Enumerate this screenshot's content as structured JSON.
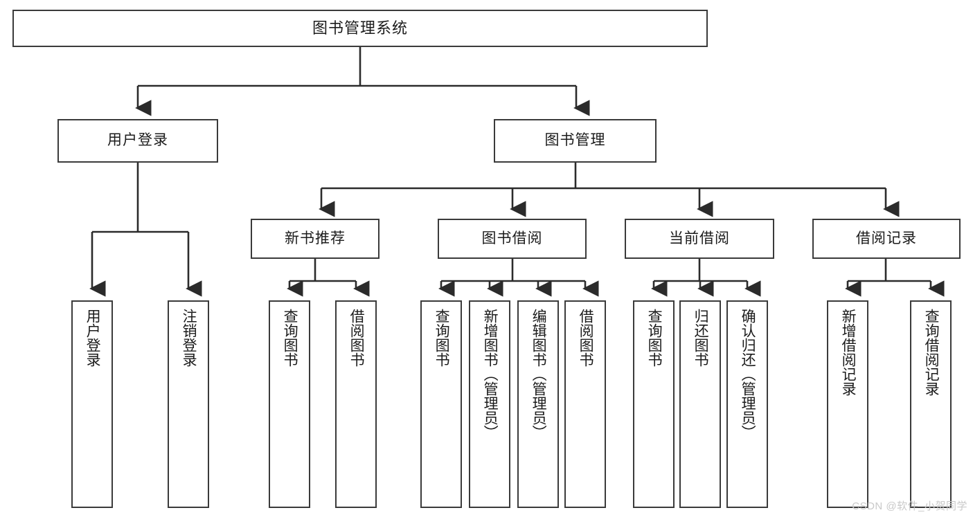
{
  "diagram": {
    "title": "图书管理系统",
    "type": "functional-decomposition-tree",
    "watermark": "CSDN @软件_小贺同学",
    "level1": {
      "label": "图书管理系统"
    },
    "level2": [
      {
        "id": "user-login",
        "label": "用户登录"
      },
      {
        "id": "book-management",
        "label": "图书管理"
      }
    ],
    "level3": [
      {
        "id": "new-book-recommend",
        "label": "新书推荐"
      },
      {
        "id": "book-borrow",
        "label": "图书借阅"
      },
      {
        "id": "current-borrow",
        "label": "当前借阅"
      },
      {
        "id": "borrow-record",
        "label": "借阅记录"
      }
    ],
    "leaves": {
      "user_login": [
        {
          "id": "leaf-user-login",
          "label": "用户登录"
        },
        {
          "id": "leaf-logout-login",
          "label": "注销登录"
        }
      ],
      "new_book_recommend": [
        {
          "id": "leaf-query-books-1",
          "label": "查询图书"
        },
        {
          "id": "leaf-borrow-books-1",
          "label": "借阅图书"
        }
      ],
      "book_borrow": [
        {
          "id": "leaf-query-books-2",
          "label": "查询图书"
        },
        {
          "id": "leaf-add-book",
          "label": "新增图书（管理员）"
        },
        {
          "id": "leaf-edit-book",
          "label": "编辑图书（管理员）"
        },
        {
          "id": "leaf-borrow-books-2",
          "label": "借阅图书"
        }
      ],
      "current_borrow": [
        {
          "id": "leaf-query-books-3",
          "label": "查询图书"
        },
        {
          "id": "leaf-return-book",
          "label": "归还图书"
        },
        {
          "id": "leaf-confirm-return",
          "label": "确认归还（管理员）"
        }
      ],
      "borrow_record": [
        {
          "id": "leaf-add-record",
          "label": "新增借阅记录"
        },
        {
          "id": "leaf-query-record",
          "label": "查询借阅记录"
        }
      ]
    },
    "colors": {
      "box_border": "#3a3a3a",
      "box_fill": "#ffffff",
      "connector": "#2b2b2b",
      "text": "#1b1b1b",
      "watermark": "#c9c9c9"
    }
  }
}
